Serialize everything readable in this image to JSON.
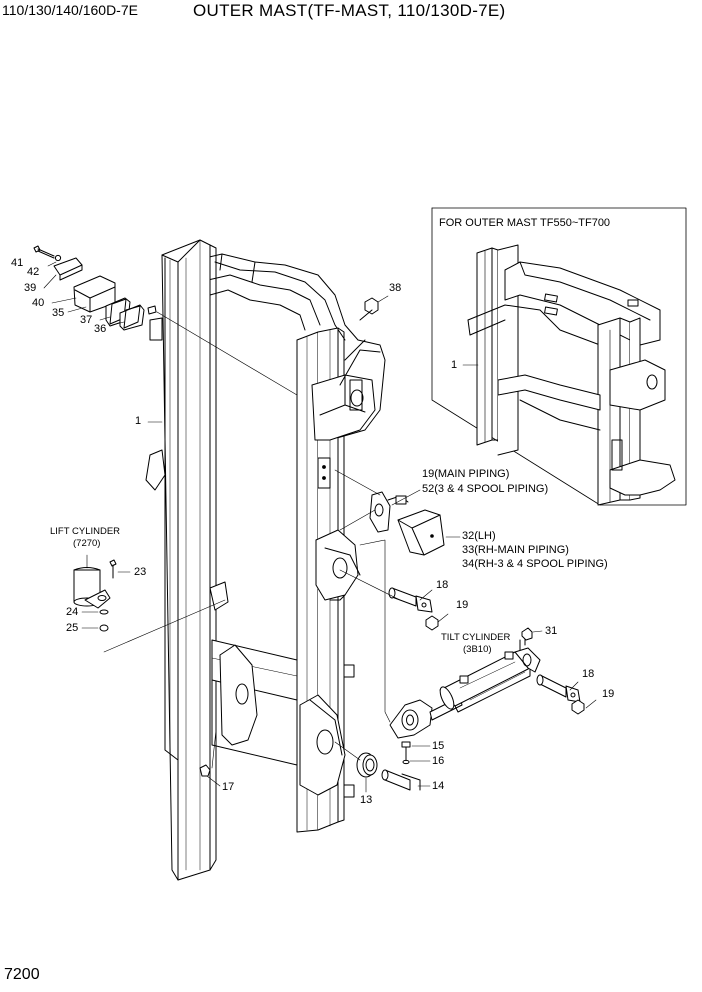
{
  "header": {
    "model": "110/130/140/160D-7E",
    "title": "OUTER MAST(TF-MAST, 110/130D-7E)"
  },
  "inset": {
    "caption": "FOR OUTER MAST TF550~TF700",
    "label": "1"
  },
  "callouts": {
    "c1": "1",
    "c13": "13",
    "c14": "14",
    "c15": "15",
    "c16": "16",
    "c17": "17",
    "c18a": "18",
    "c18b": "18",
    "c19a": "19",
    "c19b": "19",
    "c23": "23",
    "c24": "24",
    "c25": "25",
    "c31": "31",
    "c35": "35",
    "c36": "36",
    "c37": "37",
    "c38": "38",
    "c39": "39",
    "c40": "40",
    "c41": "41",
    "c42": "42",
    "c19main": "19(MAIN PIPING)",
    "c52": "52(3 & 4 SPOOL PIPING)",
    "c32": "32(LH)",
    "c33": "33(RH-MAIN PIPING)",
    "c34": "34(RH-3 & 4 SPOOL PIPING)"
  },
  "lift_cylinder": {
    "name": "LIFT CYLINDER",
    "ref": "(7270)"
  },
  "tilt_cylinder": {
    "name": "TILT CYLINDER",
    "ref": "(3B10)"
  },
  "footer": {
    "page": "7200"
  }
}
